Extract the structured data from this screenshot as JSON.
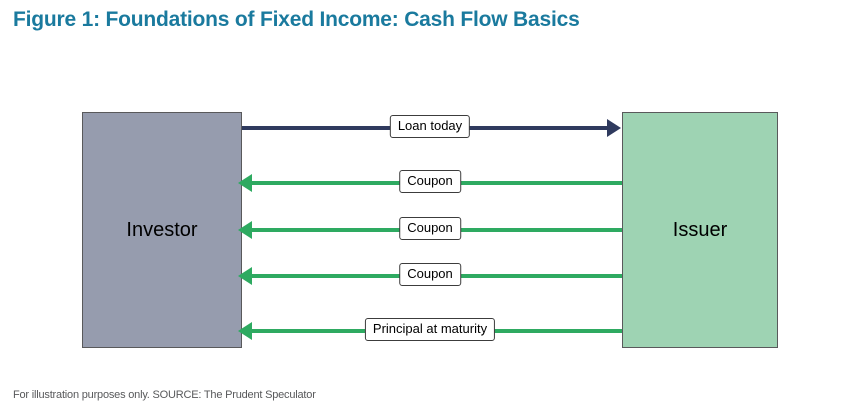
{
  "figure": {
    "title": "Figure 1: Foundations of Fixed Income: Cash Flow Basics",
    "footer": "For illustration purposes only. SOURCE: The Prudent Speculator",
    "title_color": "#1a7a9e",
    "footer_color": "#58595b"
  },
  "entities": {
    "left": {
      "label": "Investor",
      "fill": "#969cae",
      "border": "#59595b"
    },
    "right": {
      "label": "Issuer",
      "fill": "#9ed3b3",
      "border": "#59595b"
    }
  },
  "flows": [
    {
      "label": "Loan today",
      "direction": "right",
      "from": "Investor",
      "to": "Issuer",
      "color": "#2f3a5e"
    },
    {
      "label": "Coupon",
      "direction": "left",
      "from": "Issuer",
      "to": "Investor",
      "color": "#2eaa61"
    },
    {
      "label": "Coupon",
      "direction": "left",
      "from": "Issuer",
      "to": "Investor",
      "color": "#2eaa61"
    },
    {
      "label": "Coupon",
      "direction": "left",
      "from": "Issuer",
      "to": "Investor",
      "color": "#2eaa61"
    },
    {
      "label": "Principal at maturity",
      "direction": "left",
      "from": "Issuer",
      "to": "Investor",
      "color": "#2eaa61"
    }
  ]
}
